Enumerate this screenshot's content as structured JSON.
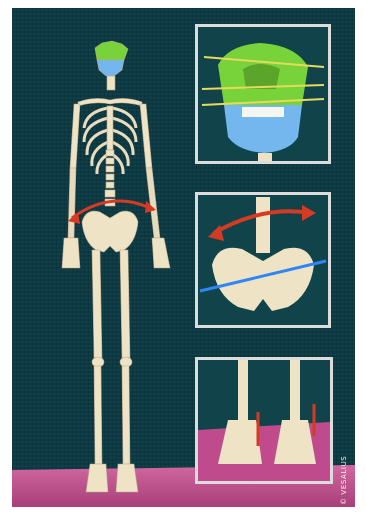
{
  "figure": {
    "credit_text": "© VESALIUS",
    "colors": {
      "background": "#0f3e46",
      "floor": "#c04b8c",
      "bone": "#efe3c6",
      "skull_top": "#78d33a",
      "skull_bottom": "#73b7ee",
      "arrow": "#d53b22",
      "axis_line": "#2f86f4",
      "panel_border": "#dcdcdc"
    },
    "insets": [
      {
        "subject": "skull-face-detail",
        "icon": "skull-icon"
      },
      {
        "subject": "pelvis-rotation-detail",
        "icon": "pelvis-icon"
      },
      {
        "subject": "feet-detail",
        "icon": "feet-icon"
      }
    ]
  }
}
